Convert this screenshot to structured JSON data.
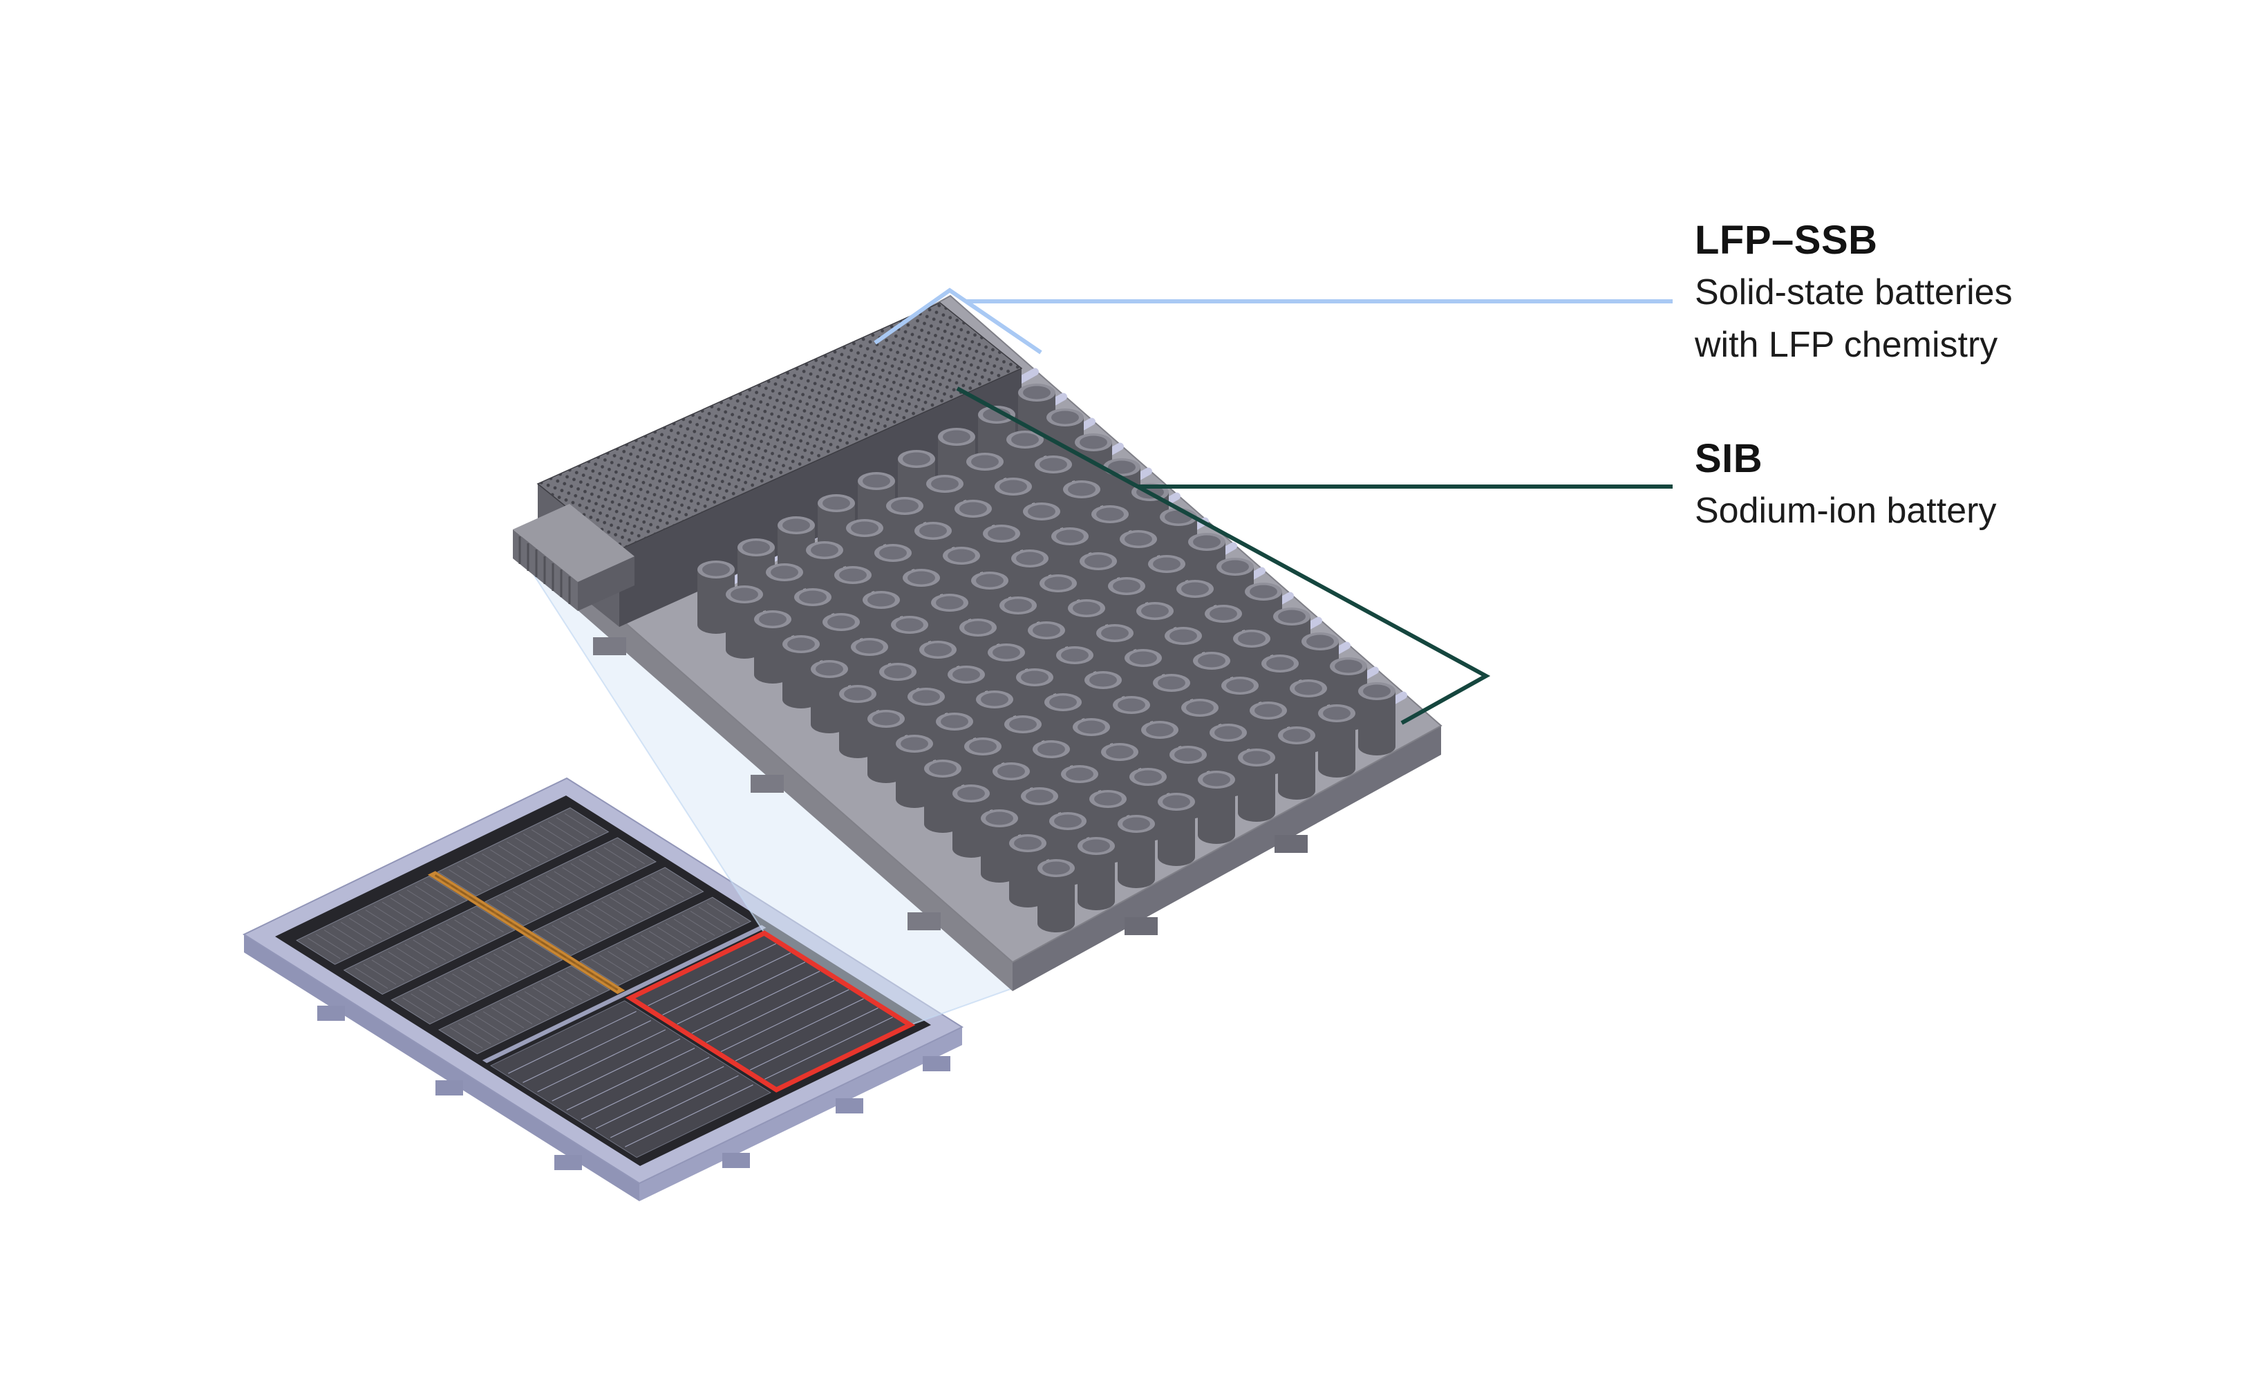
{
  "diagram": {
    "annotations": {
      "lfp_ssb": {
        "title": "LFP–SSB",
        "description_line1": "Solid-state batteries",
        "description_line2": "with LFP chemistry"
      },
      "sib": {
        "title": "SIB",
        "description": "Sodium-ion battery"
      }
    },
    "colors": {
      "lfp_leader": "#a9c9f4",
      "sib_leader": "#15463e",
      "highlight_red": "#e8352c"
    }
  }
}
